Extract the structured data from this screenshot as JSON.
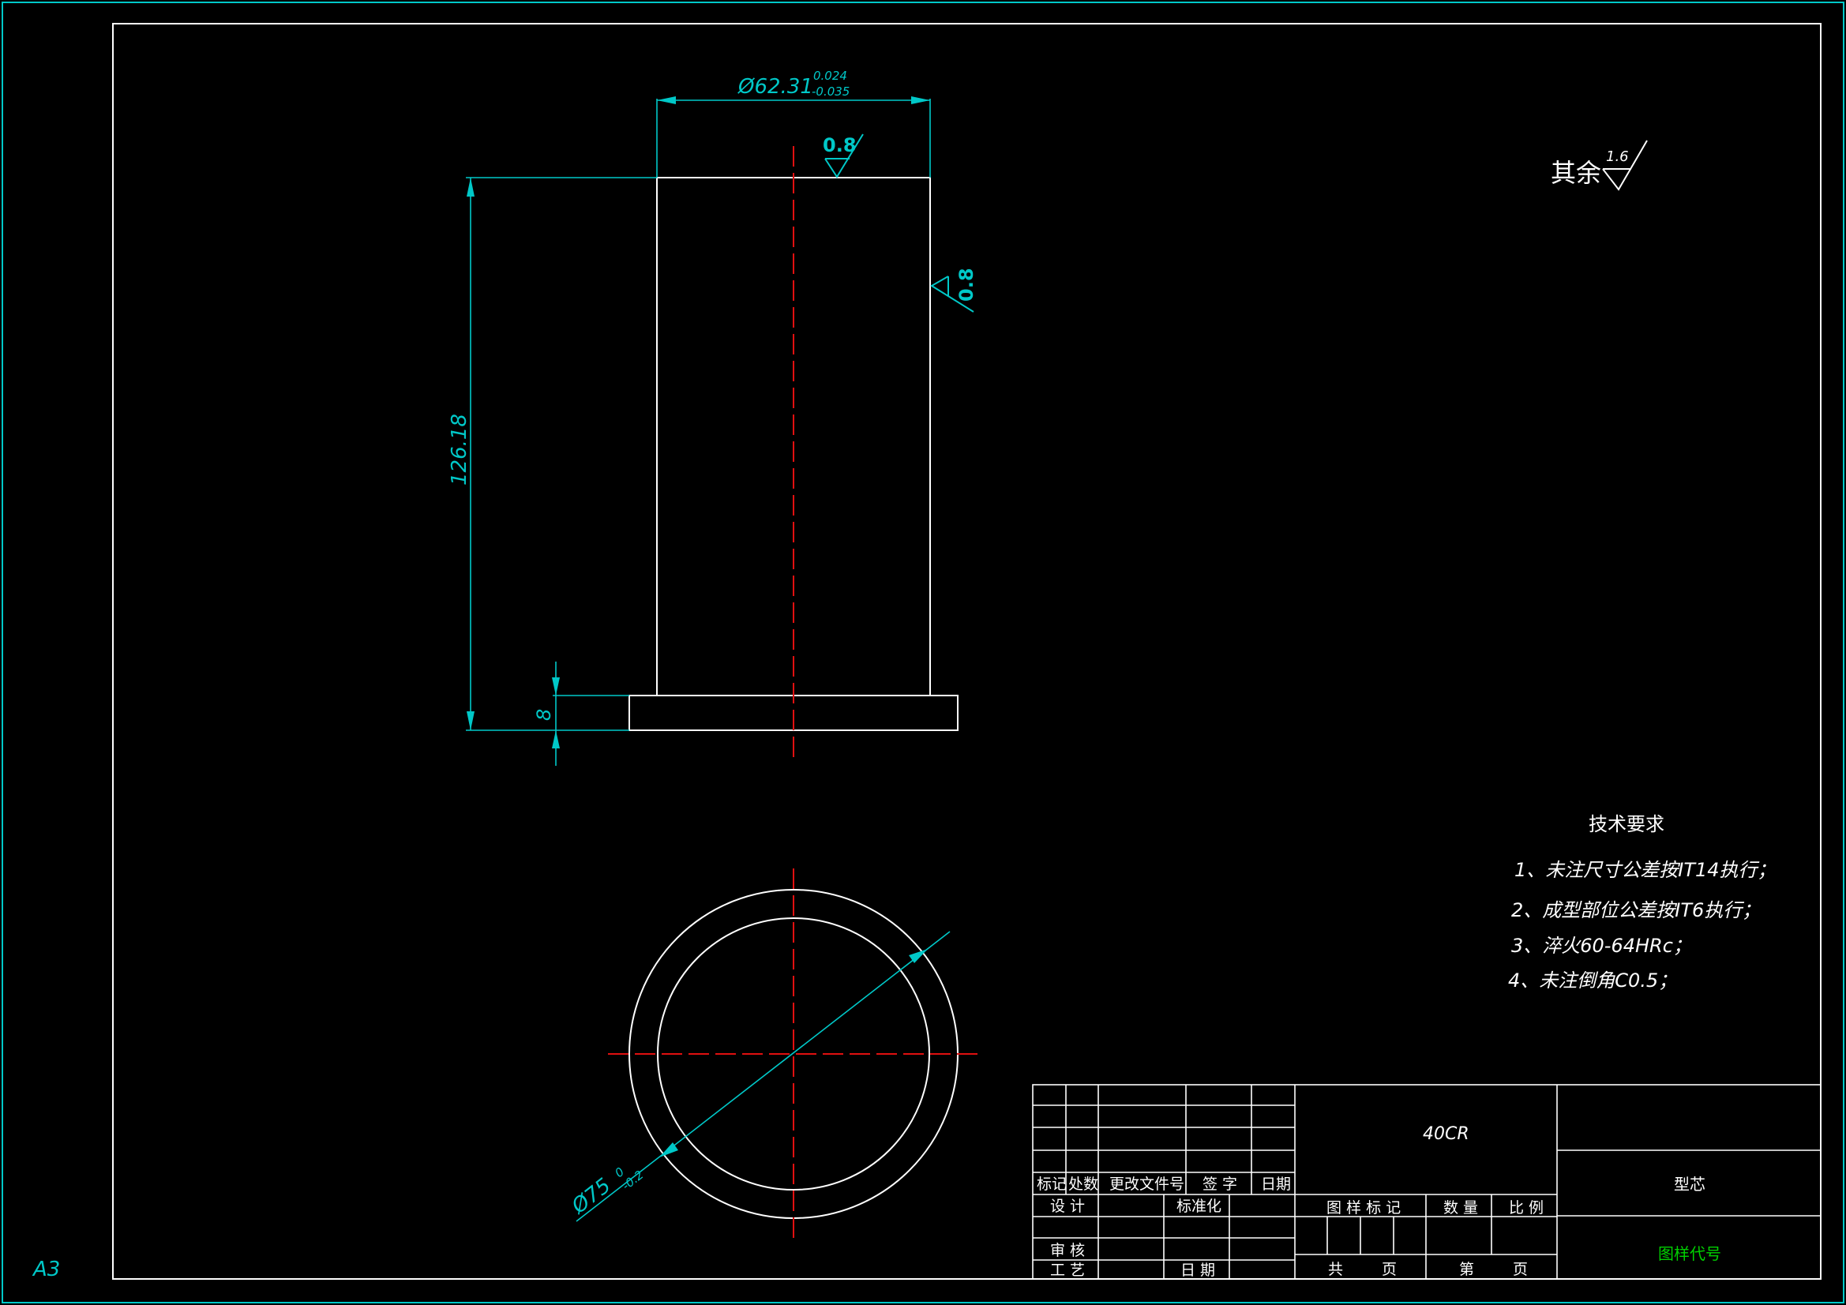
{
  "colors": {
    "background": "#000000",
    "outline": "#ffffff",
    "dimension": "#00c8c8",
    "centerline": "#e01010",
    "title_green": "#00d000"
  },
  "sheet_size": "A3",
  "dimensions": {
    "diameter_top": "Ø62.31",
    "diameter_top_tol_upper": "0.024",
    "diameter_top_tol_lower": "-0.035",
    "height_main": "126.18",
    "flange_thickness": "8",
    "diameter_bottom": "Ø75",
    "diameter_bottom_tol_upper": "0",
    "diameter_bottom_tol_lower": "-0.2"
  },
  "roughness": {
    "top_face": "0.8",
    "side_face": "0.8",
    "others_label": "其余",
    "others_value": "1.6"
  },
  "requirements": {
    "title": "技术要求",
    "items": [
      "1、未注尺寸公差按IT14执行；",
      "2、成型部位公差按IT6执行；",
      "3、淬火60-64HRc；",
      "4、未注倒角C0.5；"
    ]
  },
  "title_block": {
    "material": "40CR",
    "part_name": "型芯",
    "drawing_code": "图样代号",
    "row_mark": "标记",
    "row_count": "处数",
    "row_change": "更改文件号",
    "row_sign": "签 字",
    "row_date": "日期",
    "design": "设 计",
    "standardize": "标准化",
    "review": "审 核",
    "process": "工 艺",
    "date": "日 期",
    "drawing_mark": "图 样 标 记",
    "quantity": "数 量",
    "scale": "比 例",
    "total": "共",
    "page": "页",
    "sheet_no": "第",
    "page2": "页"
  }
}
